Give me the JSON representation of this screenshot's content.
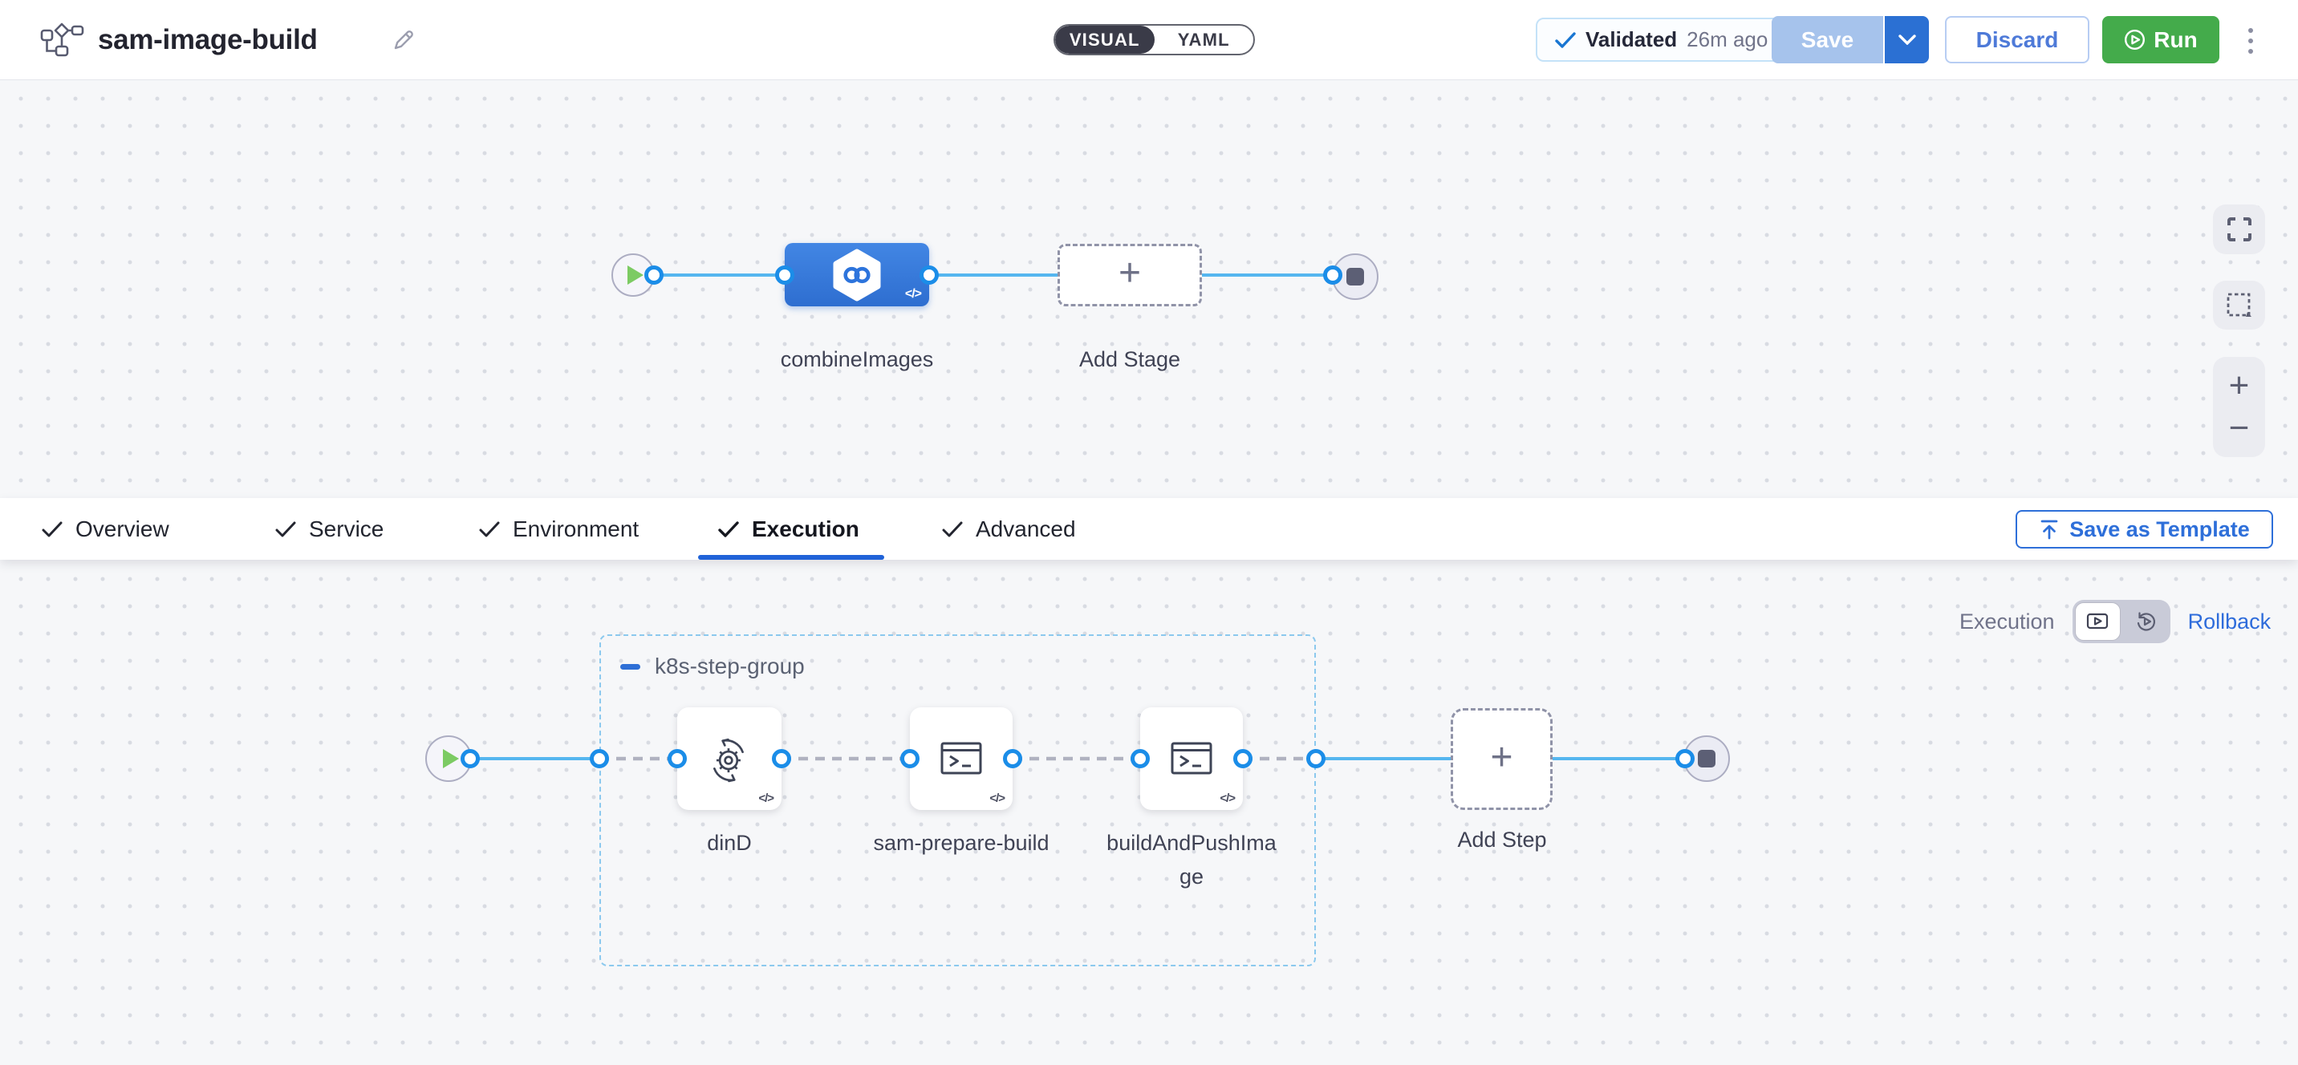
{
  "header": {
    "title": "sam-image-build",
    "view_toggle": {
      "visual_label": "VISUAL",
      "yaml_label": "YAML"
    },
    "validation_badge": {
      "status": "Validated",
      "time_ago": "26m ago"
    },
    "save_button": "Save",
    "discard_button": "Discard",
    "run_button": "Run"
  },
  "stage_canvas": {
    "stage_name": "combineImages",
    "add_stage_label": "Add Stage"
  },
  "config_tabs": {
    "items": [
      {
        "label": "Overview",
        "completed": true,
        "active": false
      },
      {
        "label": "Service",
        "completed": true,
        "active": false
      },
      {
        "label": "Environment",
        "completed": true,
        "active": false
      },
      {
        "label": "Execution",
        "completed": true,
        "active": true
      },
      {
        "label": "Advanced",
        "completed": true,
        "active": false
      }
    ],
    "save_as_template_label": "Save as Template"
  },
  "execution_canvas": {
    "mode": {
      "execution_label": "Execution",
      "rollback_label": "Rollback"
    },
    "step_group": {
      "name": "k8s-step-group"
    },
    "steps": [
      {
        "name": "dinD"
      },
      {
        "name": "sam-prepare-build"
      },
      {
        "name": "buildAndPushImage"
      }
    ],
    "add_step_label": "Add Step"
  },
  "glyphs": {
    "plus": "+",
    "zoom_in": "+",
    "zoom_out": "−",
    "code": "</>"
  },
  "colors": {
    "accent_blue": "#2e6fd9",
    "stage_blue": "#3a80e0",
    "run_green": "#44ab4b",
    "flow_line_blue": "#55b6ef",
    "connector_ring_blue": "#1b8de8",
    "dashed_connector_gray": "#b0b2c0",
    "group_border_blue": "#8cc9ee",
    "toggle_dark": "#3a3b48"
  }
}
